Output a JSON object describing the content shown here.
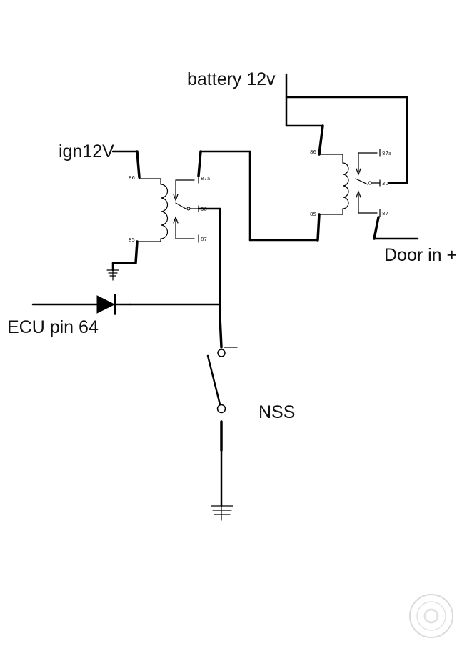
{
  "labels": {
    "battery": "battery 12v",
    "ignition": "ign12V",
    "door": "Door in +",
    "ecu": "ECU pin 64",
    "nss": "NSS"
  },
  "relay_left": {
    "pin_86": "86",
    "pin_85": "85",
    "pin_87a": "87a",
    "pin_30": "30",
    "pin_87": "87"
  },
  "relay_right": {
    "pin_86": "86",
    "pin_85": "85",
    "pin_87a": "87a",
    "pin_30": "30",
    "pin_87": "87"
  },
  "colors": {
    "wire": "#000000",
    "background": "#ffffff",
    "watermark": "#bbbbbb"
  },
  "icons": [
    "ground-symbol",
    "diode-symbol",
    "switch-symbol",
    "relay-coil-symbol",
    "watermark-seal"
  ]
}
